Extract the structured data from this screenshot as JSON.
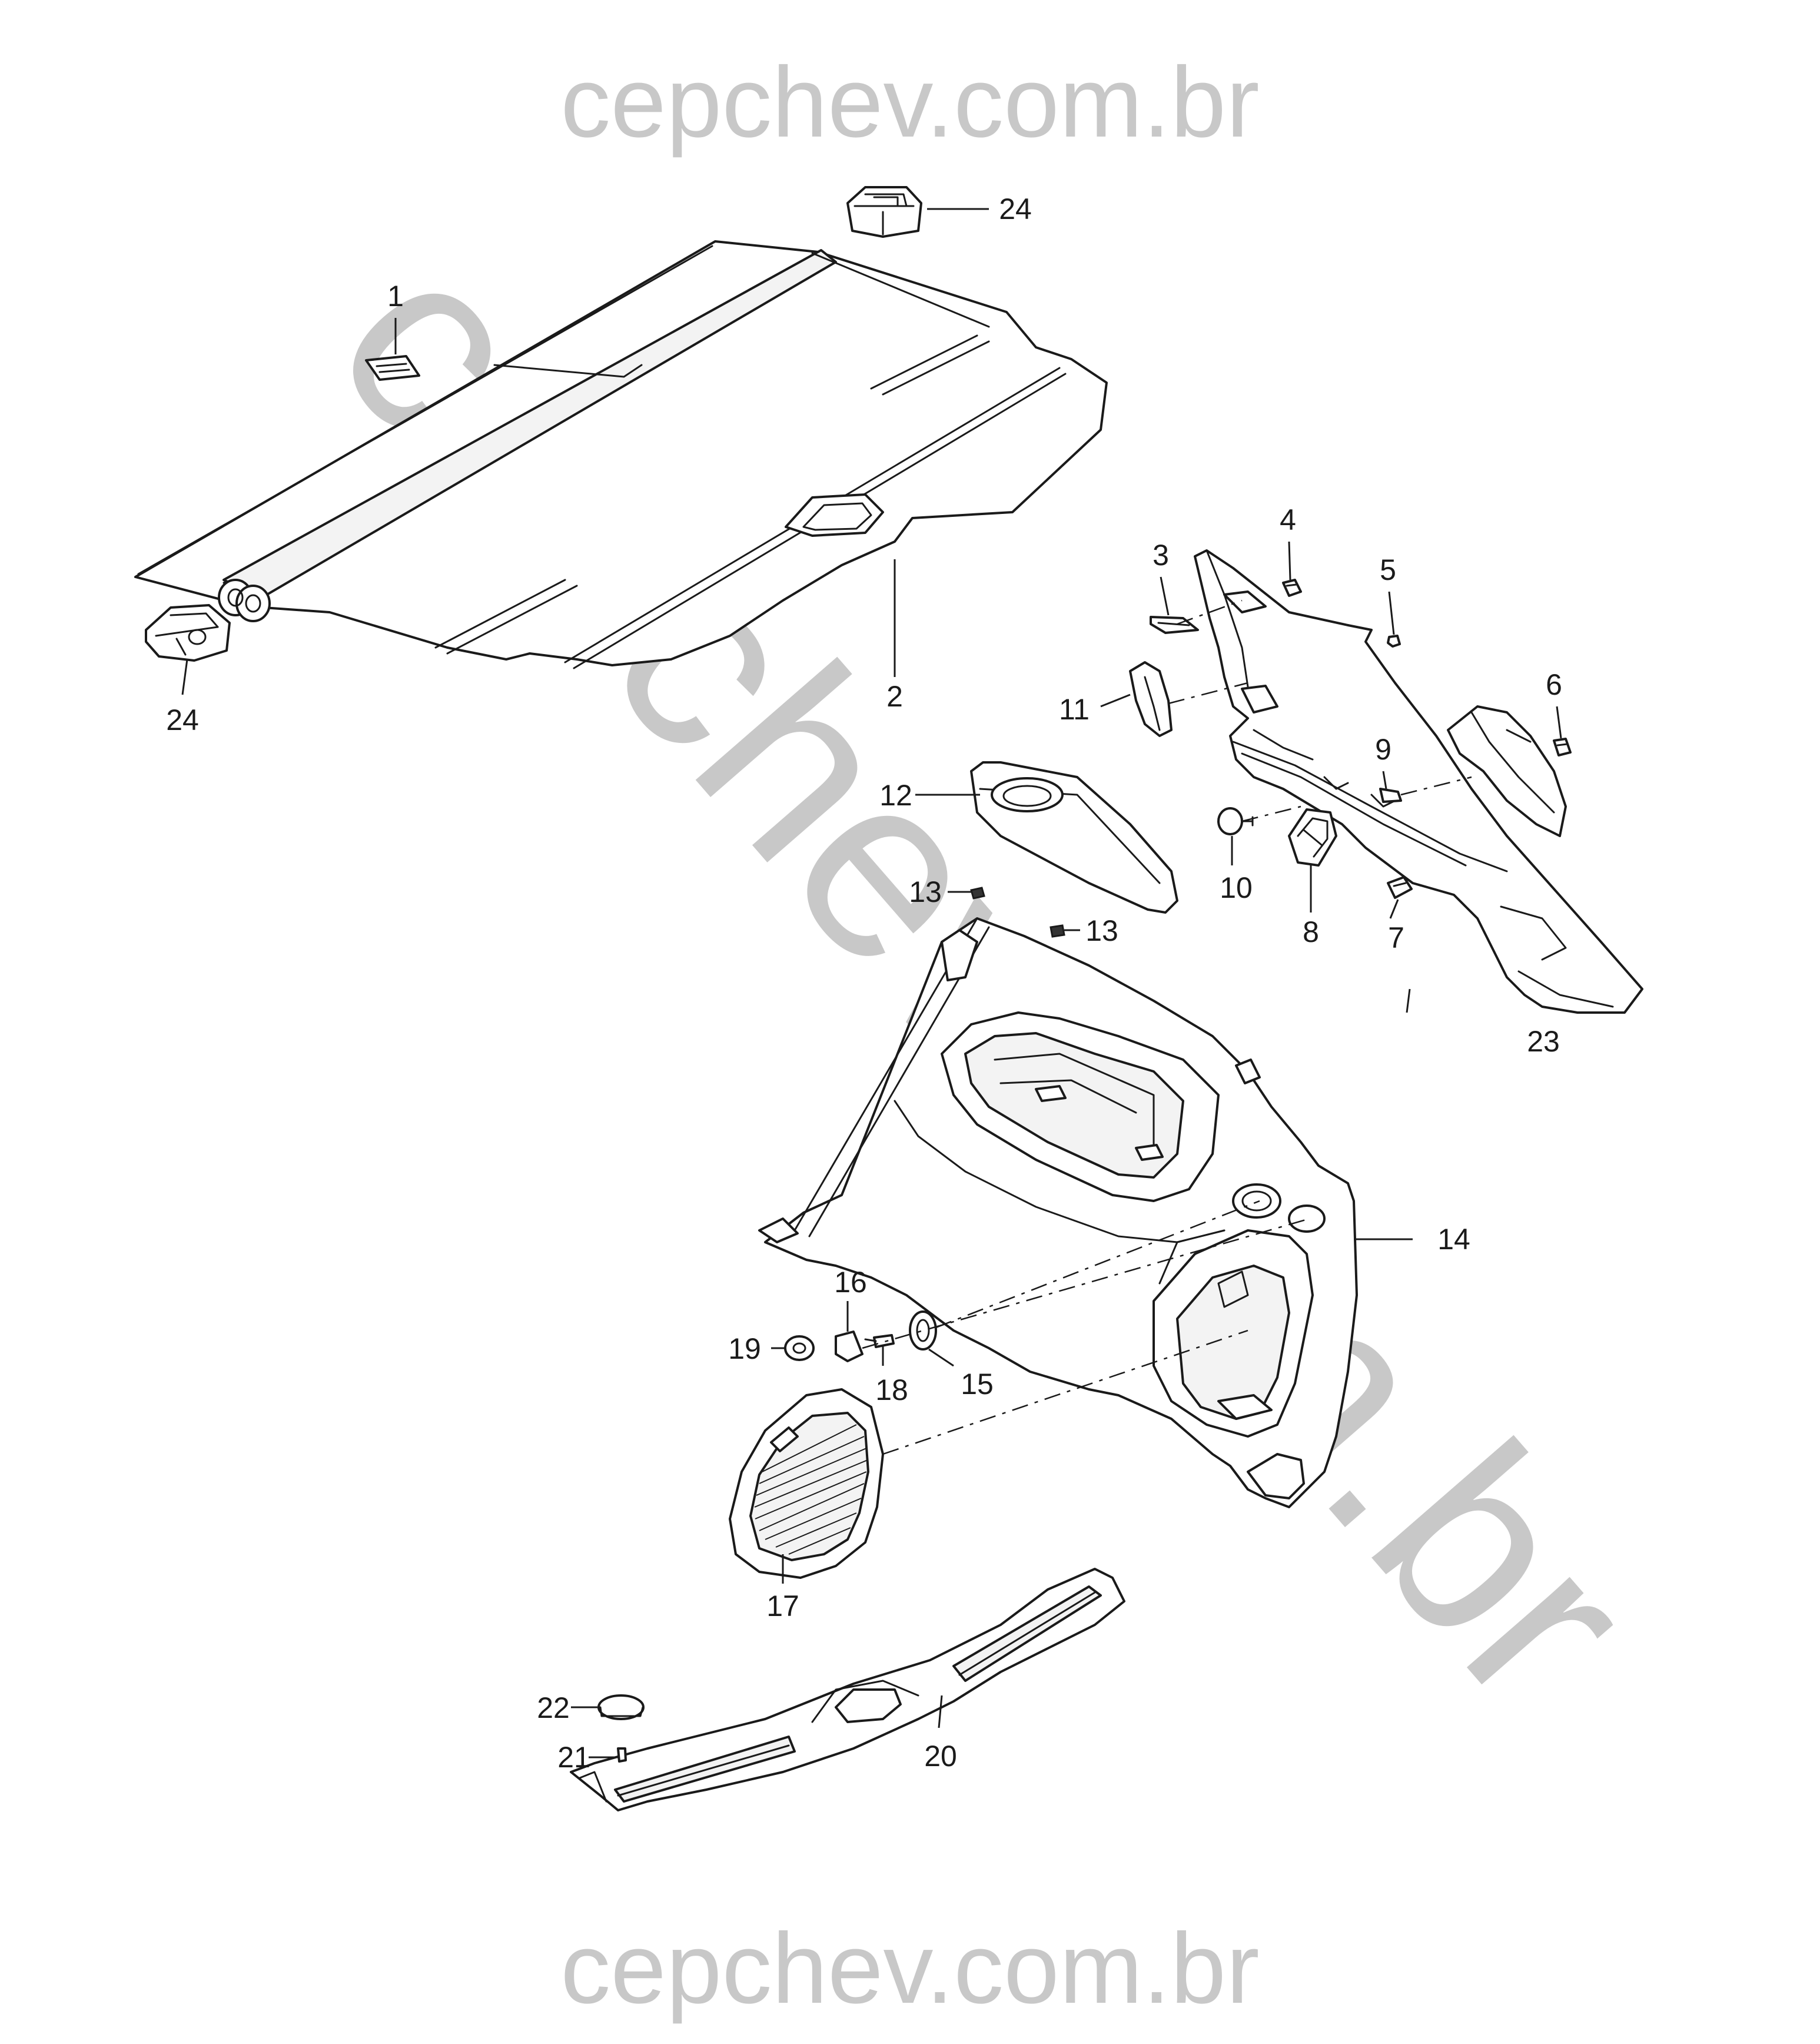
{
  "watermark": {
    "top": "cepchev.com.br",
    "bottom": "cepchev.com.br",
    "diagonal": "cepchev.com.br"
  },
  "callouts": {
    "c1": "1",
    "c2": "2",
    "c3": "3",
    "c4": "4",
    "c5": "5",
    "c6": "6",
    "c7": "7",
    "c8": "8",
    "c9": "9",
    "c10": "10",
    "c11": "11",
    "c12": "12",
    "c13a": "13",
    "c13b": "13",
    "c14": "14",
    "c15": "15",
    "c16": "16",
    "c17": "17",
    "c18": "18",
    "c19": "19",
    "c20": "20",
    "c21": "21",
    "c22": "22",
    "c23": "23",
    "c24a": "24",
    "c24b": "24"
  }
}
